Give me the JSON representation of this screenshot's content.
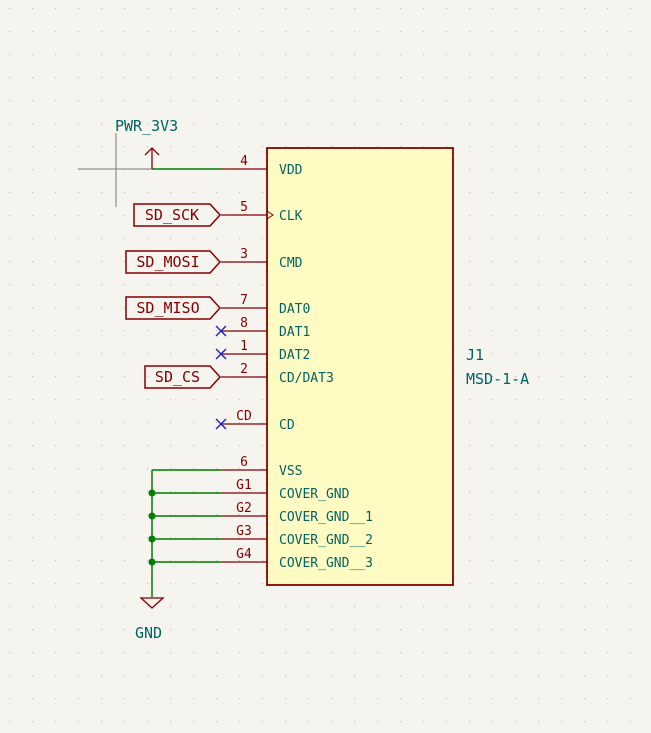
{
  "colors": {
    "background": "#f5f4ef",
    "grid": "#c4c4bc",
    "body_fill": "#fffbc2",
    "body_stroke": "#840000",
    "pin": "#840000",
    "pin_text": "#840000",
    "pin_name_text": "#006464",
    "wire": "#007c00",
    "label": "#840000",
    "no_connect": "#2020c8",
    "junction": "#007c00",
    "power": "#840000",
    "power_text": "#006464",
    "crosshair": "#7a7a7a"
  },
  "symbol": {
    "reference": "J1",
    "value": "MSD-1-A",
    "pins": [
      {
        "number": "4",
        "name": "VDD"
      },
      {
        "number": "5",
        "name": "CLK"
      },
      {
        "number": "3",
        "name": "CMD"
      },
      {
        "number": "7",
        "name": "DAT0"
      },
      {
        "number": "8",
        "name": "DAT1"
      },
      {
        "number": "1",
        "name": "DAT2"
      },
      {
        "number": "2",
        "name": "CD/DAT3"
      },
      {
        "number": "CD",
        "name": "CD"
      },
      {
        "number": "6",
        "name": "VSS"
      },
      {
        "number": "G1",
        "name": "COVER_GND"
      },
      {
        "number": "G2",
        "name": "COVER_GND__1"
      },
      {
        "number": "G3",
        "name": "COVER_GND__2"
      },
      {
        "number": "G4",
        "name": "COVER_GND__3"
      }
    ]
  },
  "labels": [
    "SD_SCK",
    "SD_MOSI",
    "SD_MISO",
    "SD_CS"
  ],
  "power": {
    "top": "PWR_3V3",
    "bottom": "GND"
  }
}
